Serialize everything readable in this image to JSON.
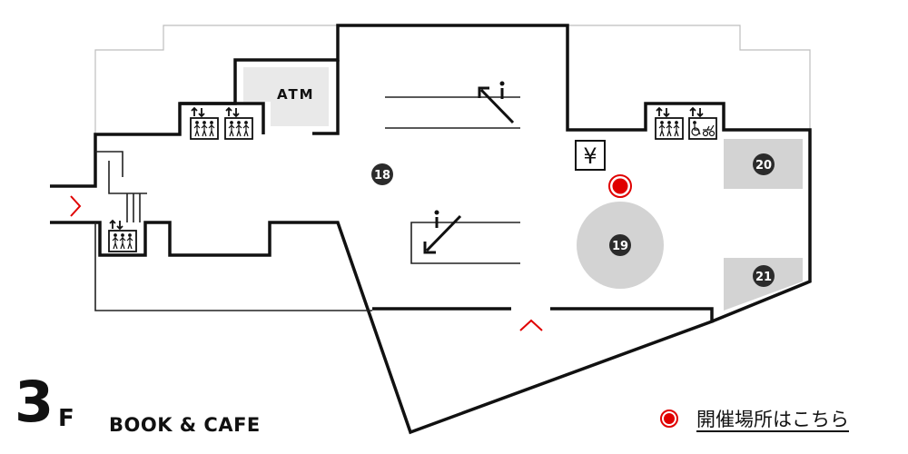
{
  "floor": {
    "number": "3",
    "unit": "F",
    "name": "BOOK & CAFE"
  },
  "colors": {
    "wall": "#111111",
    "area_gray": "#d3d3d3",
    "atm_area": "#e9e9e9",
    "badge": "#2b2b2b",
    "marker_red": "#e00000",
    "entrance_arrow": "#e00000",
    "outer_outline": "#bdbdbd"
  },
  "facilities": {
    "atm_label": "ATM",
    "currency_exchange": "¥",
    "elevators": [
      {
        "id": "elevator-top-left-1",
        "type": "passenger-elevator-icon"
      },
      {
        "id": "elevator-top-left-2",
        "type": "passenger-elevator-icon"
      },
      {
        "id": "elevator-left",
        "type": "passenger-elevator-icon"
      },
      {
        "id": "elevator-right",
        "type": "passenger-elevator-icon"
      },
      {
        "id": "elevator-accessible",
        "type": "wheelchair-elevator-icon"
      }
    ],
    "escalators": [
      {
        "id": "escalator-up",
        "direction": "up-left"
      },
      {
        "id": "escalator-down",
        "direction": "down-left"
      }
    ]
  },
  "areas": [
    {
      "number": "18"
    },
    {
      "number": "19"
    },
    {
      "number": "20"
    },
    {
      "number": "21"
    }
  ],
  "entrances": [
    {
      "id": "entrance-west",
      "arrow": "right"
    },
    {
      "id": "entrance-south",
      "arrow": "up"
    }
  ],
  "legend": {
    "marker": "venue-marker",
    "link_text": "開催場所はこちら"
  }
}
